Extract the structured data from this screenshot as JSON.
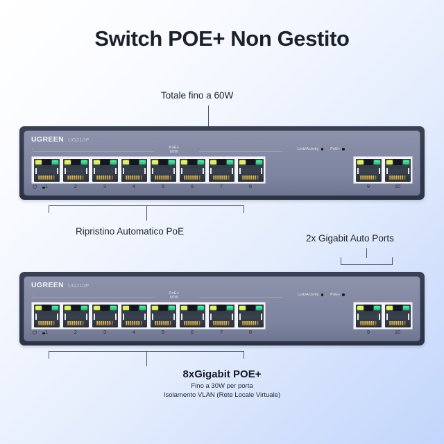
{
  "page": {
    "title": "Switch POE+ Non Gestito"
  },
  "callouts": {
    "top": "Totale fino a 60W",
    "poe_restore": "Ripristino Automatico PoE",
    "gigabit_auto": "2x Gigabit Auto Ports"
  },
  "bottom_caption": {
    "heading": "8xGigabit POE+",
    "line1": "Fino a 30W per porta",
    "line2": "Isolamento VLAN (Rete Locale Virtuale)"
  },
  "device": {
    "brand": "UGREEN",
    "model": "UG210P",
    "poe_group_label_line1": "PoE+",
    "poe_group_label_line2": "60W",
    "legend": [
      {
        "label": "Link/Activity",
        "dot_color": "#171b24"
      },
      {
        "label": "PoE+",
        "dot_color": "#171b24"
      }
    ],
    "power_icon": "⏻",
    "poe_ports": [
      "1",
      "2",
      "3",
      "4",
      "5",
      "6",
      "7",
      "8"
    ],
    "auto_ports": [
      "9",
      "10"
    ],
    "led_left_color": "#d2f04a",
    "led_right_color": "#17c377",
    "body_color": "#333a4d",
    "faceplate_color": "#868ca6"
  },
  "colors": {
    "background_start": "#ffffff",
    "background_end": "#c2d6fb",
    "text": "#1d2430",
    "line": "#4a5666"
  }
}
